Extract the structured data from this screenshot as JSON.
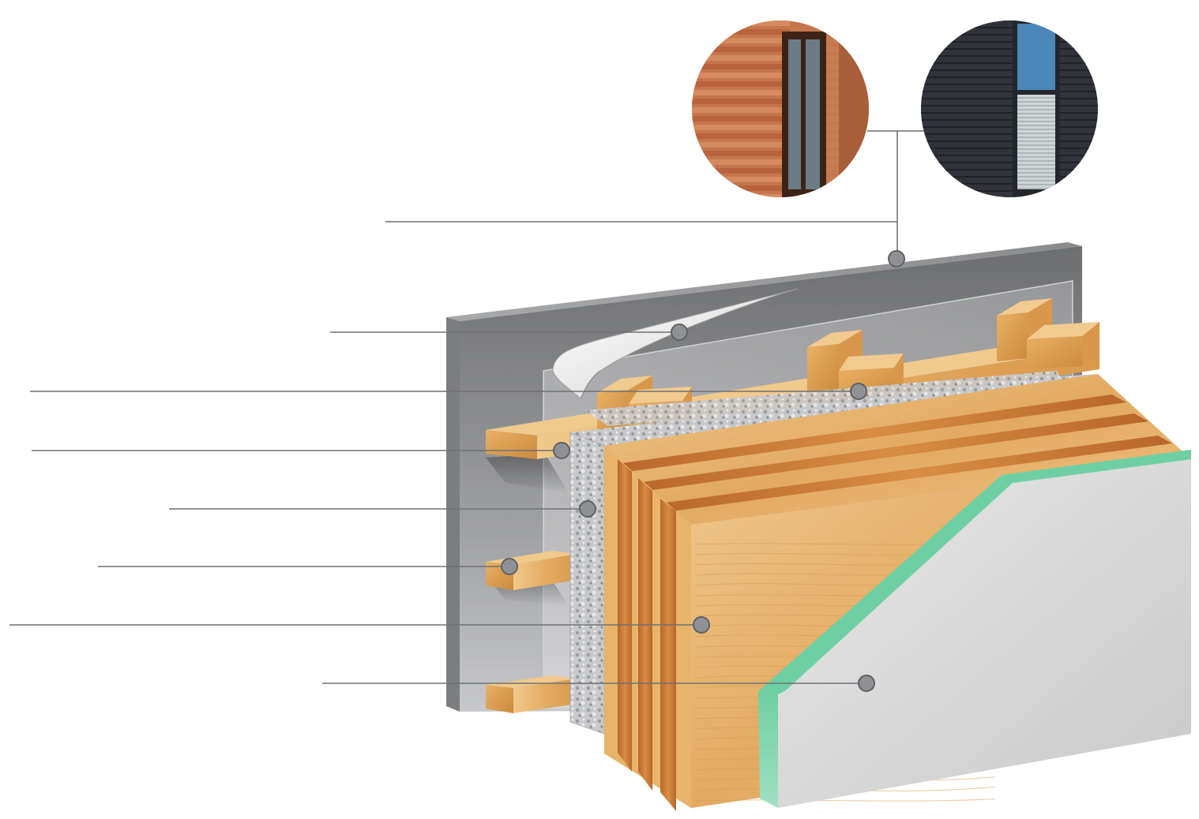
{
  "diagram": {
    "colors": {
      "outer_panel": "#8a8b8d",
      "membrane": "#e9e9ea",
      "insulation": "#c9cacc",
      "timber": "#e8b46a",
      "timber_dark": "#b8702e",
      "board_edge": "#8ad8b4",
      "board_face": "#dcdcdc",
      "leader": "#6f7174",
      "callout_dot": "#8f9194"
    },
    "photos": [
      {
        "icon": "wood-cladding-facade-photo"
      },
      {
        "icon": "dark-brick-facade-photo"
      }
    ],
    "layers": [
      {
        "icon": "facade-cladding-layer"
      },
      {
        "icon": "wind-membrane-layer"
      },
      {
        "icon": "counter-batten-layer"
      },
      {
        "icon": "batten-layer"
      },
      {
        "icon": "mineral-wool-insulation-layer"
      },
      {
        "icon": "lower-batten-layer"
      },
      {
        "icon": "clt-cross-laminated-timber-layer"
      },
      {
        "icon": "gypsum-board-layer"
      }
    ]
  }
}
